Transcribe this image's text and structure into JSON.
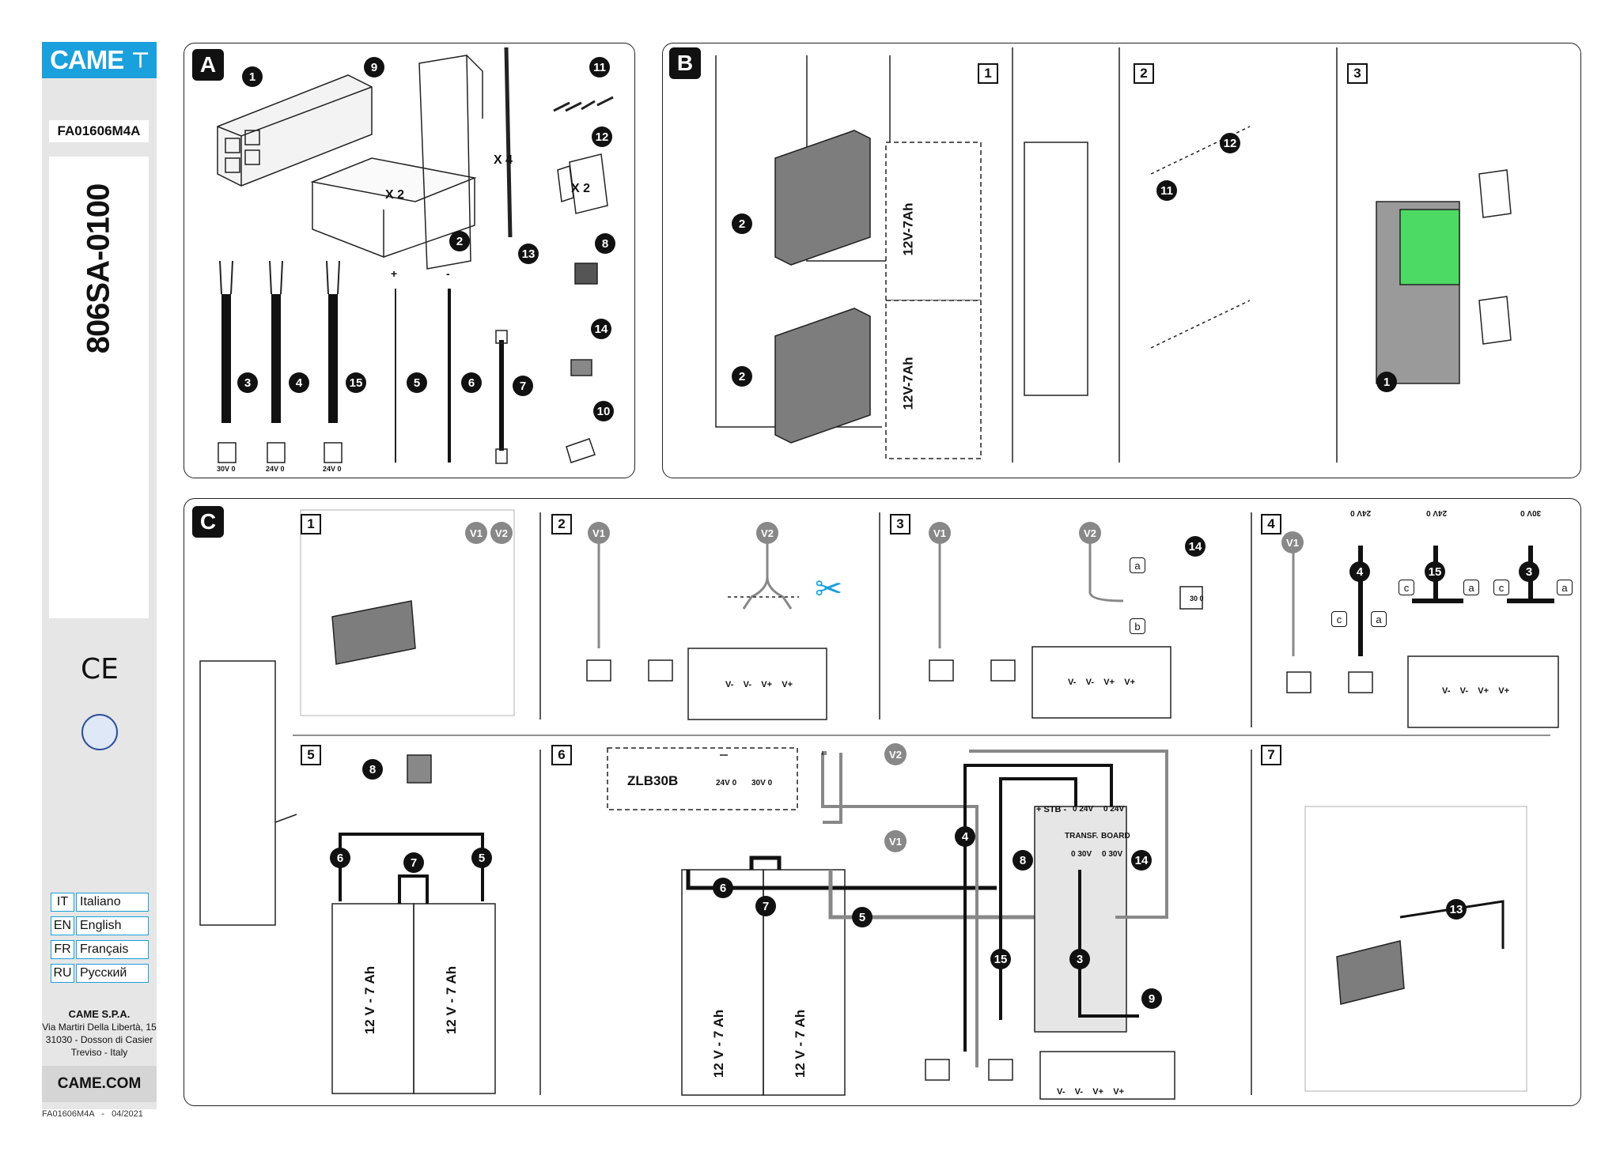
{
  "sidebar": {
    "brand": "CAME",
    "doc_code": "FA01606M4A",
    "model": "806SA-0100",
    "ce_mark": "CE",
    "languages": [
      {
        "code": "IT",
        "name": "Italiano"
      },
      {
        "code": "EN",
        "name": "English"
      },
      {
        "code": "FR",
        "name": "Français"
      },
      {
        "code": "RU",
        "name": "Русский"
      }
    ],
    "company_name": "CAME S.P.A.",
    "address_1": "Via Martiri Della Libertà, 15",
    "address_2": "31030 - Dosson di Casier",
    "address_3": "Treviso - Italy",
    "website": "CAME.COM",
    "footer_code": "FA01606M4A",
    "footer_sep": "-",
    "footer_date": "04/2021"
  },
  "panel_a": {
    "letter": "A",
    "parts": [
      "1",
      "9",
      "2",
      "13",
      "11",
      "12",
      "8",
      "14",
      "10",
      "3",
      "4",
      "15",
      "5",
      "6",
      "7"
    ],
    "x2_box": "X 2",
    "x4_tie": "X 4",
    "x2_bracket": "X 2",
    "plus": "+",
    "minus": "-",
    "cable_3_end": "30V 0",
    "cable_4_end": "24V 0",
    "cable_15_end": "24V 0"
  },
  "panel_b": {
    "letter": "B",
    "steps": [
      "1",
      "2",
      "3"
    ],
    "battery_1": "12V-7Ah",
    "battery_2": "12V-7Ah",
    "parts": [
      "2",
      "2",
      "12",
      "11",
      "1"
    ]
  },
  "panel_c": {
    "letter": "C",
    "steps": [
      "1",
      "2",
      "3",
      "4",
      "5",
      "6",
      "7"
    ],
    "tags": [
      "V1",
      "V2"
    ],
    "letters": [
      "a",
      "b",
      "c"
    ],
    "terminal_labels": [
      "V-",
      "V-",
      "V+",
      "V+"
    ],
    "battery_label": "12 V - 7 Ah",
    "zlb": "ZLB30B",
    "zlb_24": "24V 0",
    "zlb_30": "30V 0",
    "stb": "+ STB -",
    "transf": "TRANSF.",
    "board": "BOARD",
    "t_0_24": "0 24V",
    "t_0_30": "0 30V",
    "cable_24": "24V 0",
    "cable_30": "30V 0",
    "term_30_0": "30 0",
    "parts": [
      "14",
      "8",
      "6",
      "7",
      "5",
      "4",
      "15",
      "3",
      "9",
      "13"
    ]
  }
}
